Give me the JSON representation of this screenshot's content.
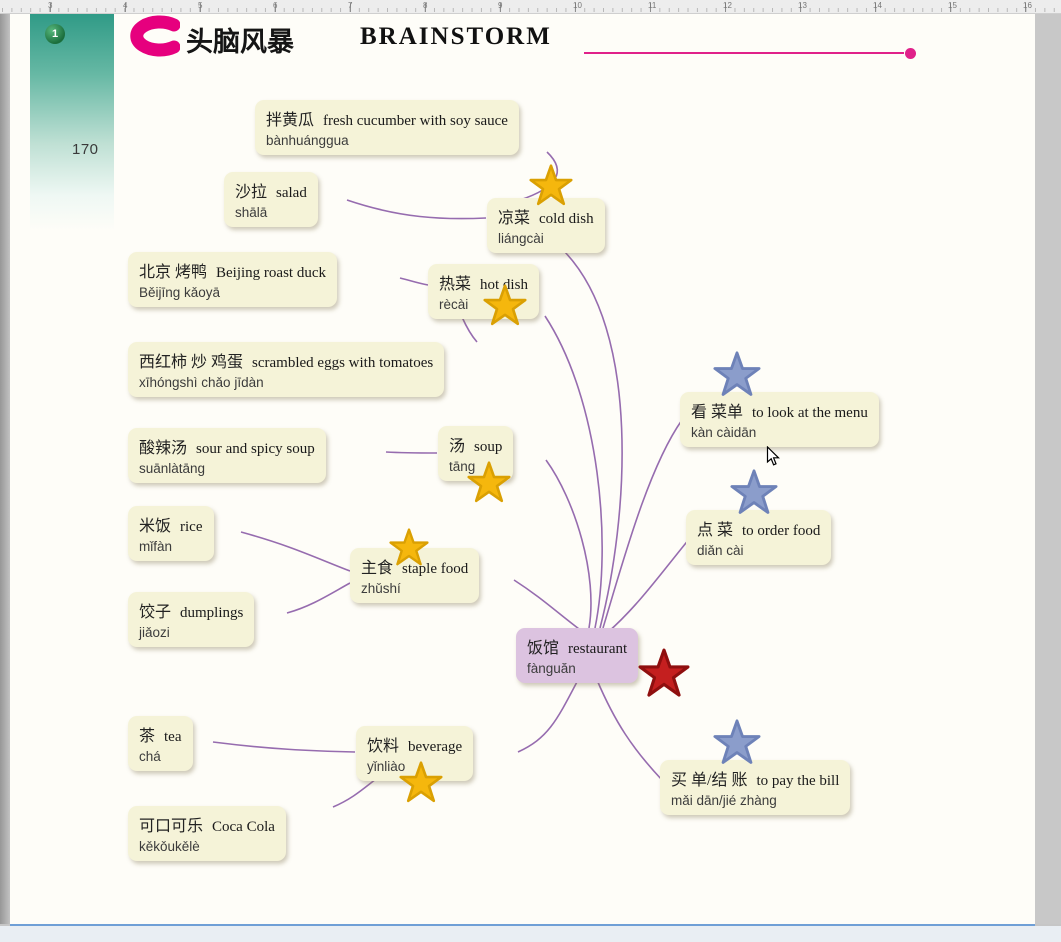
{
  "ruler": {
    "marks": [
      "3",
      "4",
      "5",
      "6",
      "7",
      "8",
      "9",
      "10",
      "11",
      "12",
      "13",
      "14",
      "15",
      "16"
    ]
  },
  "page": {
    "number": "170",
    "section_badge": "1"
  },
  "header": {
    "title_zh": "头脑风暴",
    "title_en": "BRAINSTORM"
  },
  "colors": {
    "accent_magenta": "#e0218a",
    "node_bg": "#f5f3d8",
    "center_node_bg": "#dcc3e0",
    "connector_purple": "#8d5fa8",
    "star_gold": "#f5b70d",
    "star_blue": "#8b9dcb",
    "star_red": "#c41f1f",
    "sidebar_teal": "#2f9a86"
  },
  "mindmap": {
    "center": {
      "id": "restaurant",
      "zh": "饭馆",
      "en": "restaurant",
      "pinyin": "fànguăn",
      "star": "red"
    },
    "nodes": [
      {
        "id": "cold-dish",
        "zh": "凉菜",
        "en": "cold dish",
        "pinyin": "liángcài",
        "star": "gold"
      },
      {
        "id": "cucumber",
        "zh": "拌黄瓜",
        "en": "fresh cucumber with soy sauce",
        "pinyin": "bànhuánggua",
        "star": null
      },
      {
        "id": "salad",
        "zh": "沙拉",
        "en": "salad",
        "pinyin": "shālā",
        "star": null
      },
      {
        "id": "hot-dish",
        "zh": "热菜",
        "en": "hot dish",
        "pinyin": "rècài",
        "star": "gold"
      },
      {
        "id": "roast-duck",
        "zh": "北京 烤鸭",
        "en": "Beijing roast duck",
        "pinyin": "Běijīng kǎoyā",
        "star": null
      },
      {
        "id": "scrambled-eggs",
        "zh": "西红柿 炒 鸡蛋",
        "en": "scrambled eggs with tomatoes",
        "pinyin": "xīhóngshì chǎo jīdàn",
        "star": null
      },
      {
        "id": "soup",
        "zh": "汤",
        "en": "soup",
        "pinyin": "tāng",
        "star": "gold"
      },
      {
        "id": "sour-spicy-soup",
        "zh": "酸辣汤",
        "en": "sour and spicy soup",
        "pinyin": "suānlàtāng",
        "star": null
      },
      {
        "id": "staple-food",
        "zh": "主食",
        "en": "staple food",
        "pinyin": "zhǔshí",
        "star": "gold"
      },
      {
        "id": "rice",
        "zh": "米饭",
        "en": "rice",
        "pinyin": "mǐfàn",
        "star": null
      },
      {
        "id": "dumplings",
        "zh": "饺子",
        "en": "dumplings",
        "pinyin": "jiǎozi",
        "star": null
      },
      {
        "id": "beverage",
        "zh": "饮料",
        "en": "beverage",
        "pinyin": "yǐnliào",
        "star": "gold"
      },
      {
        "id": "tea",
        "zh": "茶",
        "en": "tea",
        "pinyin": "chá",
        "star": null
      },
      {
        "id": "coca-cola",
        "zh": "可口可乐",
        "en": "Coca Cola",
        "pinyin": "kěkǒukělè",
        "star": null
      },
      {
        "id": "look-menu",
        "zh": "看 菜单",
        "en": "to look at the menu",
        "pinyin": "kàn càidān",
        "star": "blue"
      },
      {
        "id": "order-food",
        "zh": "点 菜",
        "en": "to order food",
        "pinyin": "diǎn cài",
        "star": "blue"
      },
      {
        "id": "pay-bill",
        "zh": "买 单/结 账",
        "en": "to pay the bill",
        "pinyin": "mǎi dān/jié zhàng",
        "star": "blue"
      }
    ]
  }
}
